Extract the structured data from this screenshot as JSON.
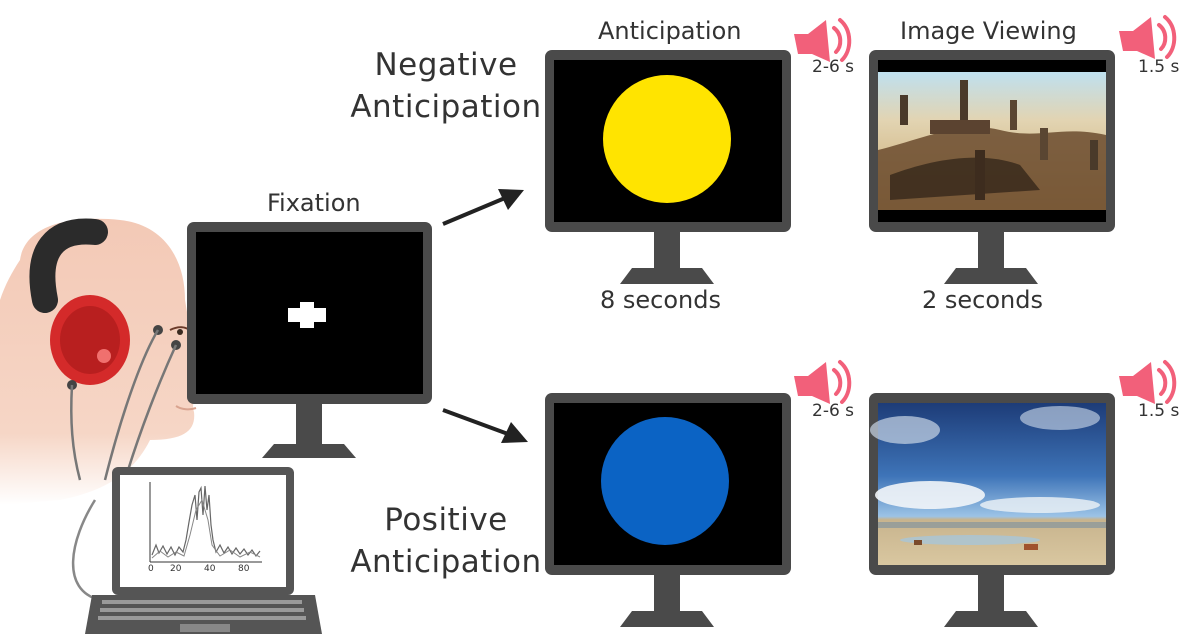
{
  "stages": {
    "fixation_title": "Fixation",
    "anticipation_title": "Anticipation",
    "image_viewing_title": "Image Viewing"
  },
  "conditions": {
    "negative_line1": "Negative",
    "negative_line2": "Anticipation",
    "positive_line1": "Positive",
    "positive_line2": "Anticipation"
  },
  "durations": {
    "anticipation": "8 seconds",
    "image_viewing": "2 seconds"
  },
  "sound_cues": {
    "neg_anticipation": "2-6 s",
    "neg_image": "1.5 s",
    "pos_anticipation": "2-6 s",
    "pos_image": "1.5 s"
  },
  "eeg_plot": {
    "tick_labels": [
      "0",
      "20",
      "40",
      "80"
    ]
  },
  "colors": {
    "negative_circle": "#FFE400",
    "positive_circle": "#0B63C4",
    "speaker": "#F2607A",
    "monitor_frame": "#4a4a4a",
    "headphone": "#D42A2A"
  },
  "icons": {
    "speaker": "speaker-icon",
    "arrow": "arrow-icon"
  }
}
